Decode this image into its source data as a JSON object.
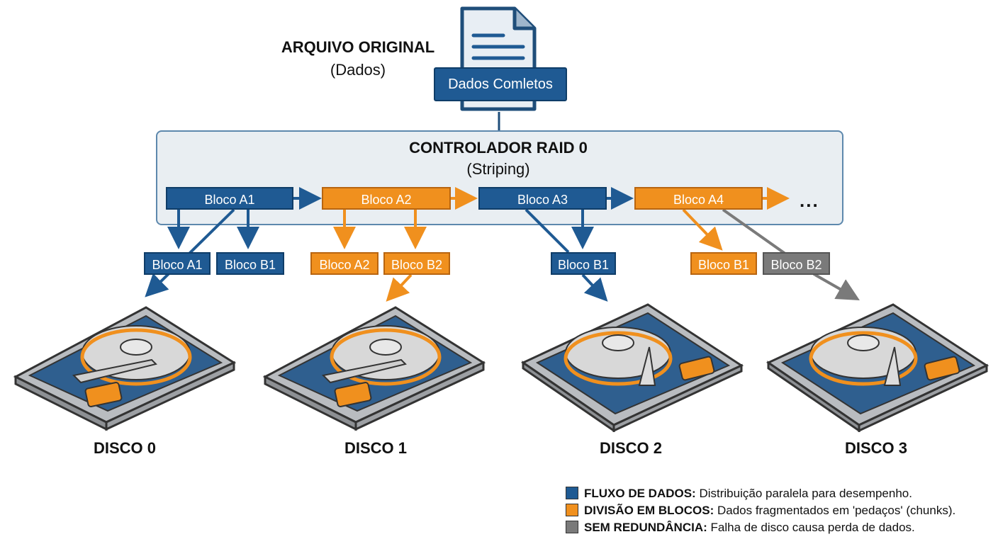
{
  "source": {
    "title": "ARQUIVO ORIGINAL",
    "subtitle": "(Dados)",
    "doc_label": "Dados Comletos"
  },
  "controller": {
    "title": "CONTROLADOR RAID 0",
    "subtitle": "(Striping)",
    "blocks": [
      "Bloco A1",
      "Bloco A2",
      "Bloco A3",
      "Bloco A4"
    ],
    "ellipsis": "..."
  },
  "chunks": [
    {
      "label": "Bloco A1",
      "color": "blue"
    },
    {
      "label": "Bloco B1",
      "color": "blue"
    },
    {
      "label": "Bloco A2",
      "color": "orange"
    },
    {
      "label": "Bloco B2",
      "color": "orange"
    },
    {
      "label": "Bloco B1",
      "color": "blue"
    },
    {
      "label": "Bloco B1",
      "color": "orange"
    },
    {
      "label": "Bloco B2",
      "color": "gray"
    }
  ],
  "disks": [
    "DISCO 0",
    "DISCO 1",
    "DISCO 2",
    "DISCO 3"
  ],
  "legend": [
    {
      "key": "FLUXO DE DADOS:",
      "text": " Distribuição paralela para desempenho.",
      "color": "#1f5a93"
    },
    {
      "key": "DIVISÃO EM BLOCOS:",
      "text": " Dados fragmentados em 'pedaços' (chunks).",
      "color": "#f0901e"
    },
    {
      "key": "SEM REDUNDÂNCIA:",
      "text": " Falha de disco causa perda de dados.",
      "color": "#7a7a7a"
    }
  ],
  "colors": {
    "blue": "#1f5a93",
    "orange": "#f0901e",
    "gray": "#7a7a7a"
  }
}
